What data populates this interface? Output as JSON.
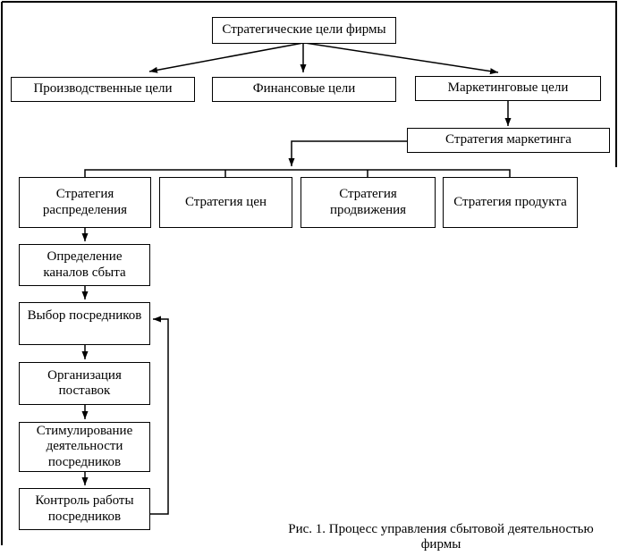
{
  "figure": {
    "caption": "Рис. 1. Процесс управления сбытовой деятельностью фирмы"
  },
  "nodes": {
    "strategic_goals": {
      "label": "Стратегические цели фирмы"
    },
    "production_goals": {
      "label": "Производственные цели"
    },
    "financial_goals": {
      "label": "Финансовые цели"
    },
    "marketing_goals": {
      "label": "Маркетинговые цели"
    },
    "marketing_strategy": {
      "label": "Стратегия маркетинга"
    },
    "distribution_strategy": {
      "label": "Стратегия распределения"
    },
    "price_strategy": {
      "label": "Стратегия цен"
    },
    "promotion_strategy": {
      "label": "Стратегия продвижения"
    },
    "product_strategy": {
      "label": "Стратегия продукта"
    },
    "sales_channels": {
      "label": "Определение каналов сбыта"
    },
    "intermediary_selection": {
      "label": "Выбор посредников"
    },
    "supply_organization": {
      "label": "Организация поставок"
    },
    "intermediary_stimulation": {
      "label": "Стимулирование деятельности посредников"
    },
    "intermediary_control": {
      "label": "Контроль работы посредников"
    }
  },
  "edges": [
    {
      "from": "strategic_goals",
      "to": "production_goals"
    },
    {
      "from": "strategic_goals",
      "to": "financial_goals"
    },
    {
      "from": "strategic_goals",
      "to": "marketing_goals"
    },
    {
      "from": "marketing_goals",
      "to": "marketing_strategy"
    },
    {
      "from": "marketing_strategy",
      "to": "distribution_strategy"
    },
    {
      "from": "marketing_strategy",
      "to": "price_strategy"
    },
    {
      "from": "marketing_strategy",
      "to": "promotion_strategy"
    },
    {
      "from": "marketing_strategy",
      "to": "product_strategy"
    },
    {
      "from": "distribution_strategy",
      "to": "sales_channels"
    },
    {
      "from": "sales_channels",
      "to": "intermediary_selection"
    },
    {
      "from": "intermediary_selection",
      "to": "supply_organization"
    },
    {
      "from": "supply_organization",
      "to": "intermediary_stimulation"
    },
    {
      "from": "intermediary_stimulation",
      "to": "intermediary_control"
    },
    {
      "from": "intermediary_control",
      "to": "intermediary_selection",
      "type": "feedback"
    }
  ],
  "colors": {
    "line": "#000000",
    "background": "#ffffff",
    "text": "#000000"
  }
}
